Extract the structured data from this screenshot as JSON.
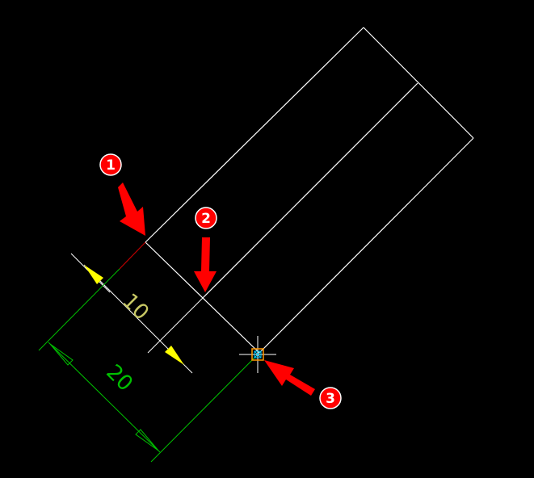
{
  "drawing": {
    "background_color": "#000000",
    "geometry_color": "#ffffff",
    "dimension_color_small": "#ffff00",
    "dimension_color_large": "#00c000",
    "dimension_text_color": "#c8c864",
    "red_segment_color": "#c00000",
    "cursor_color": "#ffffff",
    "snap_marker_color": "#ff9900"
  },
  "dimensions": {
    "small": {
      "value": "10"
    },
    "large": {
      "value": "20"
    }
  },
  "callouts": [
    {
      "label": "1",
      "color": "#ff0000",
      "text_color": "#ffffff"
    },
    {
      "label": "2",
      "color": "#ff0000",
      "text_color": "#ffffff"
    },
    {
      "label": "3",
      "color": "#ff0000",
      "text_color": "#ffffff"
    }
  ]
}
